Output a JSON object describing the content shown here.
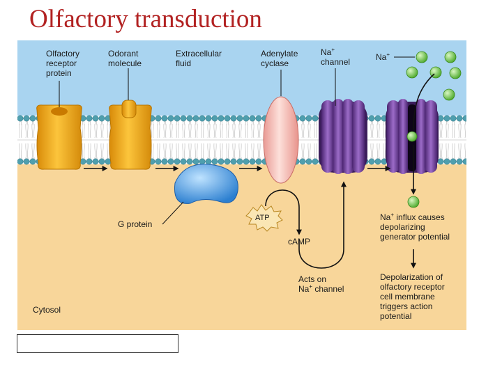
{
  "slide": {
    "title": "Olfactory transduction",
    "caption": ""
  },
  "colors": {
    "title": "#b22222",
    "extracellular": "#a9d4f0",
    "cytosol": "#f8d69a",
    "receptor": "#f7b21e",
    "adenylate_cyclase": "#f4b5ae",
    "g_protein": "#4a99dd",
    "na_channel": "#6a3c96",
    "sodium_ion": "#7acc4a"
  },
  "labels": {
    "olfactory_receptor_protein": [
      "Olfactory",
      "receptor",
      "protein"
    ],
    "odorant_molecule": [
      "Odorant",
      "molecule"
    ],
    "extracellular_fluid": [
      "Extracellular",
      "fluid"
    ],
    "adenylate_cyclase": [
      "Adenylate",
      "cyclase"
    ],
    "na_channel": {
      "base": "Na",
      "sup": "+",
      "line2": "channel"
    },
    "na_ion": {
      "base": "Na",
      "sup": "+"
    },
    "g_protein": "G protein",
    "atp": "ATP",
    "camp": "cAMP",
    "acts_on": {
      "line1": "Acts on",
      "base": "Na",
      "sup": "+",
      "rest": " channel"
    },
    "influx": {
      "base": "Na",
      "sup": "+",
      "rest": " influx causes",
      "line2": "depolarizing",
      "line3": "generator potential"
    },
    "depolarization": [
      "Depolarization of",
      "olfactory receptor",
      "cell membrane",
      "triggers action",
      "potential"
    ],
    "cytosol": "Cytosol"
  }
}
